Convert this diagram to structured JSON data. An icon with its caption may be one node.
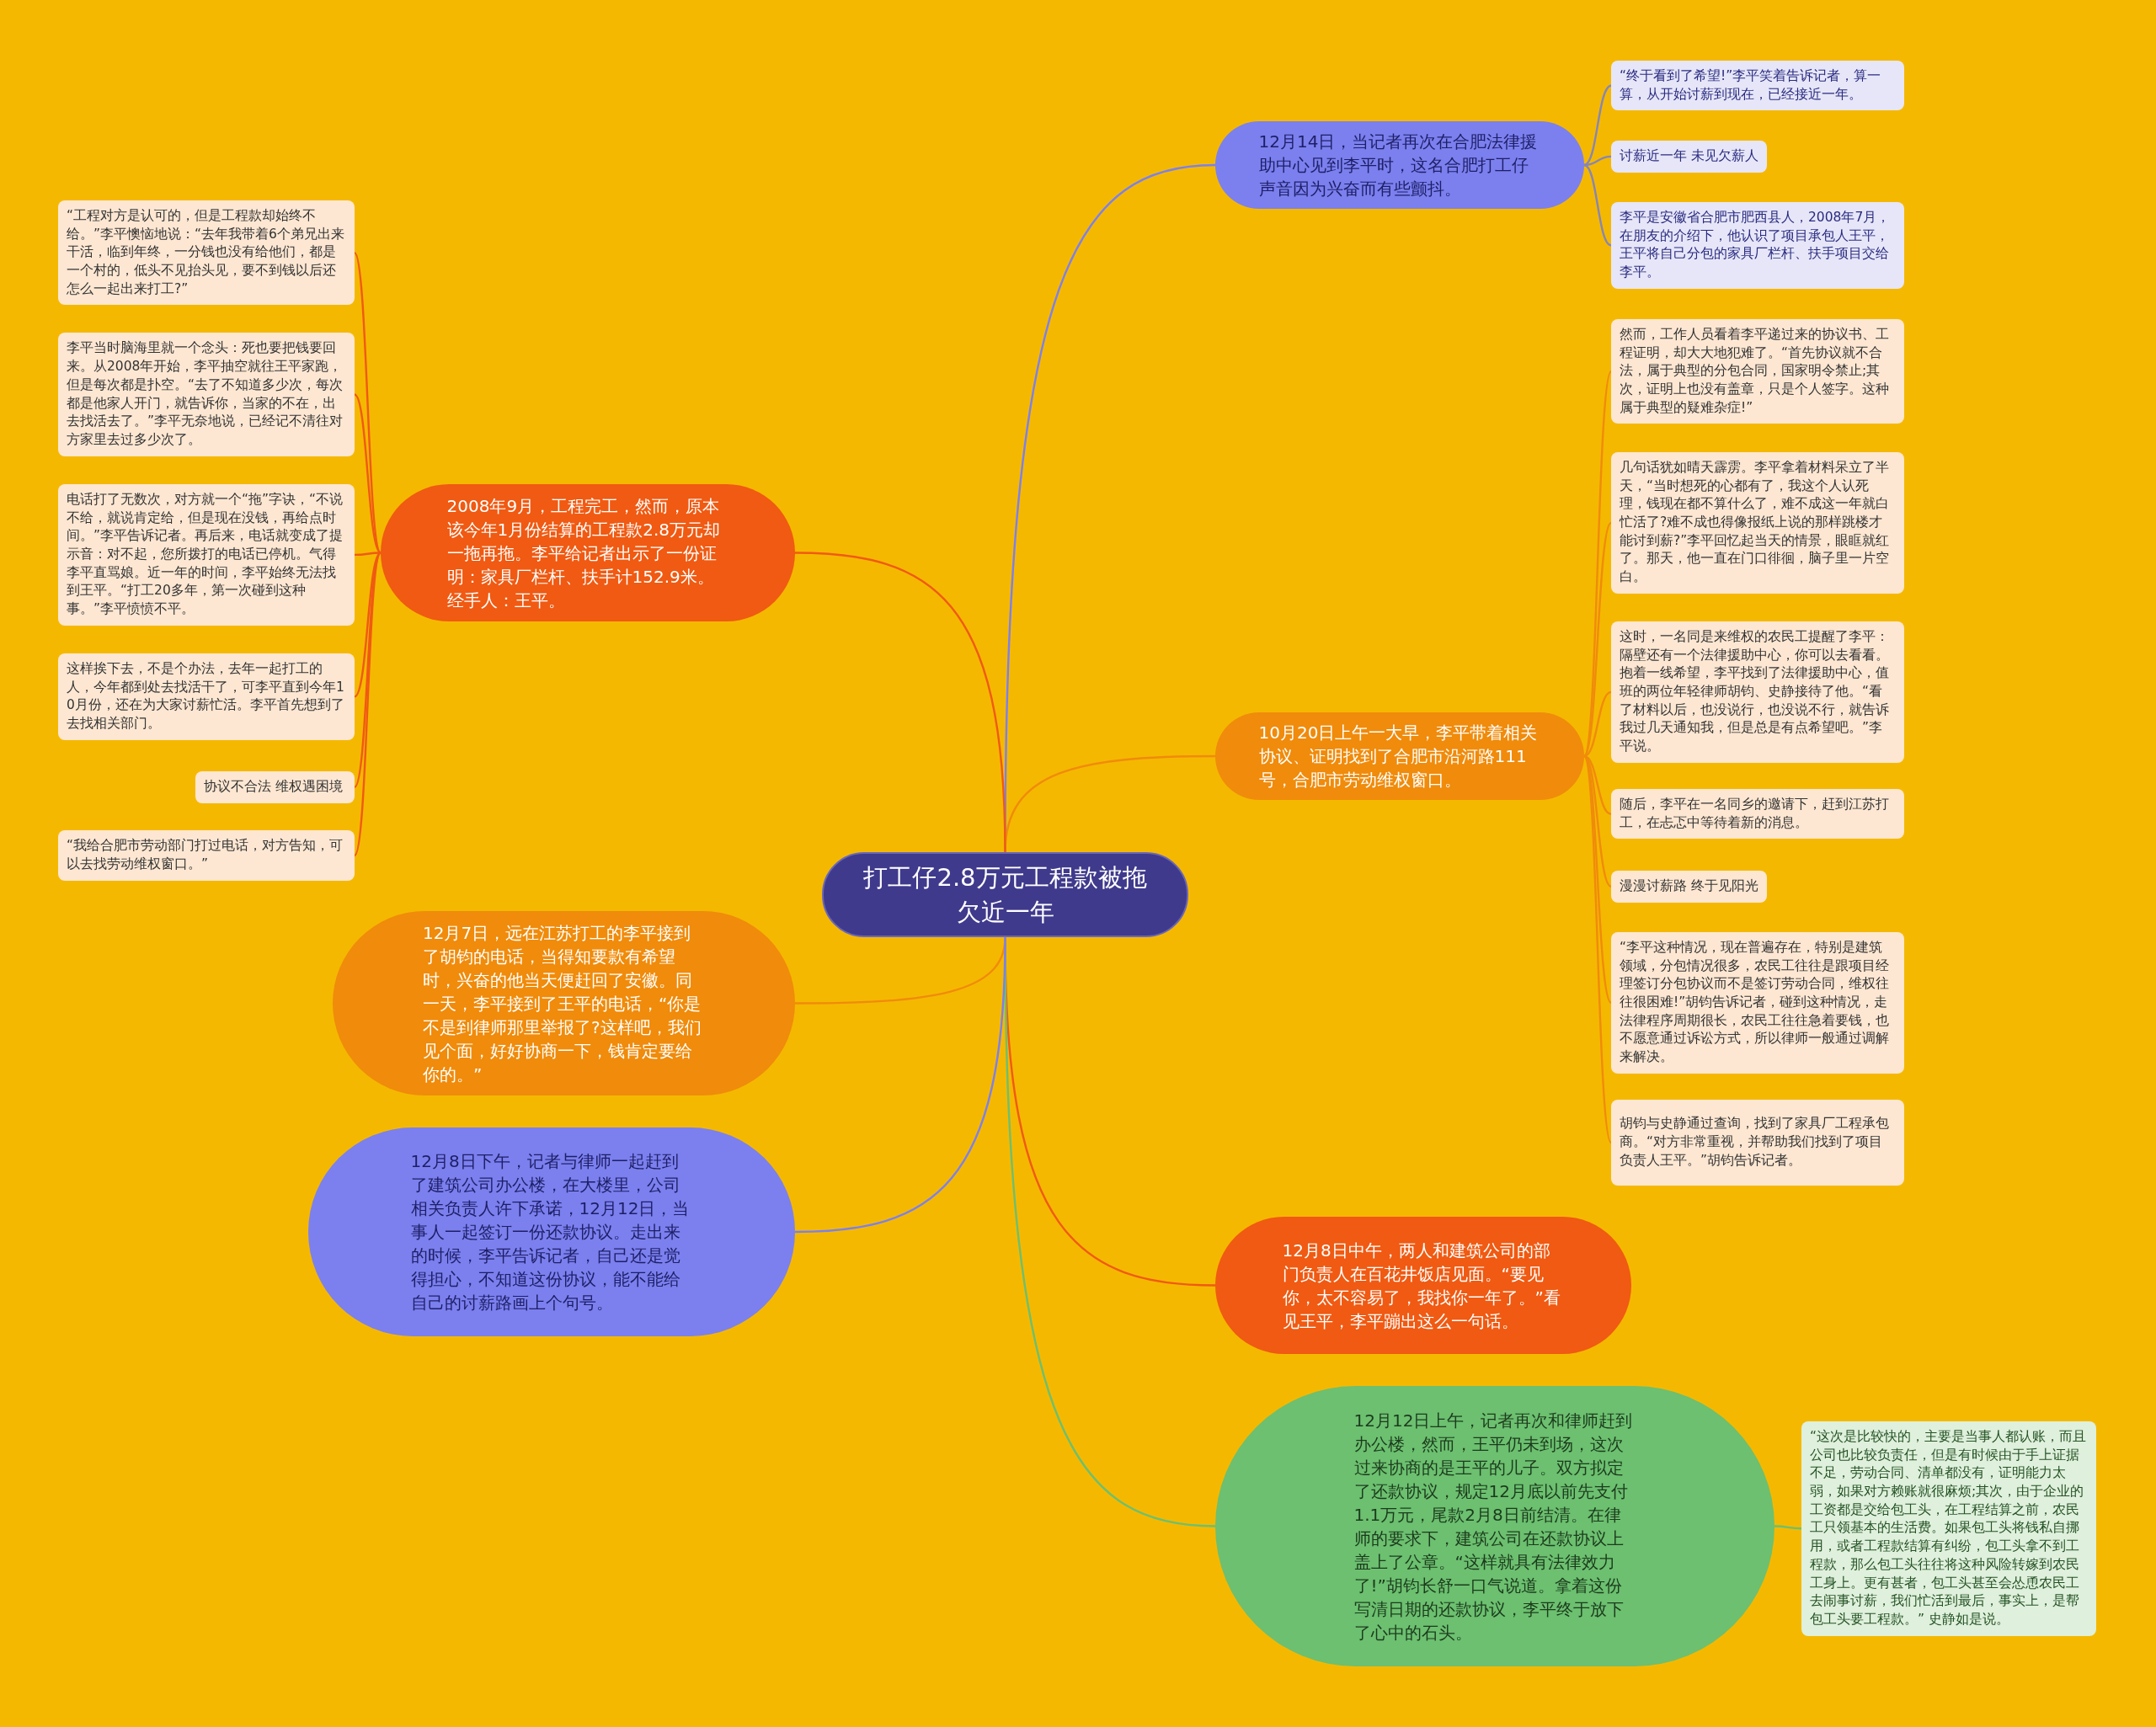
{
  "diagram": {
    "nodes": [
      {
        "text": [
          "打工仔2.8万元工程款被拖欠近一年"
        ]
      },
      {
        "text": [
          "12月14日，当记者再次在合肥法律援助中心见到李平时，这名合肥打工仔声音因为兴奋而有些颤抖。"
        ]
      },
      {
        "text": [
          "“终于看到了希望!”李平笑着告诉记者，算一算，从开始讨薪到现在，已经接近一年。"
        ]
      },
      {
        "text": [
          "讨薪近一年 未见欠薪人"
        ]
      },
      {
        "text": [
          "李平是安徽省合肥市肥西县人，2008年7月，在朋友的介绍下，他认识了项目承包人王平，王平将自己分包的家具厂栏杆、扶手项目交给李平。"
        ]
      },
      {
        "text": [
          "10月20日上午一大早，李平带着相关协议、证明找到了合肥市沿河路111号，合肥市劳动维权窗口。"
        ]
      },
      {
        "text": [
          "然而，工作人员看着李平递过来的协议书、工程证明，却大大地犯难了。“首先协议就不合法，属于典型的分包合同，国家明令禁止;其次，证明上也没有盖章，只是个人签字。这种属于典型的疑难杂症!”"
        ]
      },
      {
        "text": [
          "几句话犹如晴天霹雳。李平拿着材料呆立了半天，“当时想死的心都有了，我这个人认死理，钱现在都不算什么了，难不成这一年就白忙活了?难不成也得像报纸上说的那样跳楼才能讨到薪?”李平回忆起当天的情景，眼眶就红了。那天，他一直在门口徘徊，脑子里一片空白。"
        ]
      },
      {
        "text": [
          "这时，一名同是来维权的农民工提醒了李平：隔壁还有一个法律援助中心，你可以去看看。抱着一线希望，李平找到了法律援助中心，值班的两位年轻律师胡钧、史静接待了他。“看了材料以后，也没说行，也没说不行，就告诉我过几天通知我，但是总是有点希望吧。”李平说。"
        ]
      },
      {
        "text": [
          "随后，李平在一名同乡的邀请下，赶到江苏打工，在忐忑中等待着新的消息。"
        ]
      },
      {
        "text": [
          "漫漫讨薪路 终于见阳光"
        ]
      },
      {
        "text": [
          "“李平这种情况，现在普遍存在，特别是建筑领域，分包情况很多，农民工往往是跟项目经理签订分包协议而不是签订劳动合同，维权往往很困难!”胡钧告诉记者，碰到这种情况，走法律程序周期很长，农民工往往急着要钱，也不愿意通过诉讼方式，所以律师一般通过调解来解决。"
        ]
      },
      {
        "text": [
          "胡钧与史静通过查询，找到了家具厂工程承包商。“对方非常重视，并帮助我们找到了项目负责人王平。”胡钧告诉记者。"
        ]
      },
      {
        "text": [
          "12月8日中午，两人和建筑公司的部门负责人在百花井饭店见面。“要见你，太不容易了，我找你一年了。”看见王平，李平蹦出这么一句话。"
        ]
      },
      {
        "text": [
          "12月12日上午，记者再次和律师赶到办公楼，然而，王平仍未到场，这次过来协商的是王平的儿子。双方拟定了还款协议，规定12月底以前先支付1.1万元，尾款2月8日前结清。在律师的要求下，建筑公司在还款协议上盖上了公章。“这样就具有法律效力了!”胡钧长舒一口气说道。拿着这份写清日期的还款协议，李平终于放下了心中的石头。"
        ]
      },
      {
        "text": [
          "“这次是比较快的，主要是当事人都认账，而且公司也比较负责任，但是有时候由于手上证据不足，劳动合同、清单都没有，证明能力太弱，如果对方赖账就很麻烦;其次，由于企业的工资都是交给包工头，在工程结算之前，农民工只领基本的生活费。如果包工头将钱私自挪用，或者工程款结算有纠纷，包工头拿不到工程款，那么包工头往往将这种风险转嫁到农民工身上。更有甚者，包工头甚至会怂恿农民工去闹事讨薪，我们忙活到最后，事实上，是帮包工头要工程款。” 史静如是说。"
        ]
      },
      {
        "text": [
          "2008年9月，工程完工，然而，原本该今年1月份结算的工程款2.8万元却一拖再拖。李平给记者出示了一份证明：家具厂栏杆、扶手计152.9米。经手人：王平。"
        ]
      },
      {
        "text": [
          "“工程对方是认可的，但是工程款却始终不给。”李平懊恼地说：“去年我带着6个弟兄出来干活，临到年终，一分钱也没有给他们，都是一个村的，低头不见抬头见，要不到钱以后还怎么一起出来打工?”"
        ]
      },
      {
        "text": [
          "李平当时脑海里就一个念头：死也要把钱要回来。从2008年开始，李平抽空就往王平家跑，但是每次都是扑空。“去了不知道多少次，每次都是他家人开门，就告诉你，当家的不在，出去找活去了。”李平无奈地说，已经记不清往对方家里去过多少次了。"
        ]
      },
      {
        "text": [
          "电话打了无数次，对方就一个“拖”字诀，“不说不给，就说肯定给，但是现在没钱，再给点时间。”李平告诉记者。再后来，电话就变成了提示音：对不起，您所拨打的电话已停机。气得李平直骂娘。近一年的时间，李平始终无法找到王平。“打工20多年，第一次碰到这种事。”李平愤愤不平。"
        ]
      },
      {
        "text": [
          "这样挨下去，不是个办法，去年一起打工的人，今年都到处去找活干了，可李平直到今年10月份，还在为大家讨薪忙活。李平首先想到了去找相关部门。"
        ]
      },
      {
        "text": [
          "协议不合法 维权遇困境"
        ]
      },
      {
        "text": [
          "“我给合肥市劳动部门打过电话，对方告知，可以去找劳动维权窗口。”"
        ]
      },
      {
        "text": [
          "12月7日，远在江苏打工的李平接到了胡钧的电话，当得知要款有希望时，兴奋的他当天便赶回了安徽。同一天，李平接到了王平的电话，“你是不是到律师那里举报了?这样吧，我们见个面，好好协商一下，钱肯定要给你的。”"
        ]
      },
      {
        "text": [
          "12月8日下午，记者与律师一起赶到了建筑公司办公楼，在大楼里，公司相关负责人许下承诺，12月12日，当事人一起签订一份还款协议。走出来的时候，李平告诉记者，自己还是觉得担心，不知道这份协议，能不能给自己的讨薪路画上个句号。"
        ]
      }
    ],
    "edges": [
      {
        "from": 0,
        "to": 1,
        "arrow": "none",
        "color": "#7b80ee"
      },
      {
        "from": 1,
        "to": 2,
        "arrow": "none",
        "color": "#8686b4"
      },
      {
        "from": 1,
        "to": 3,
        "arrow": "none",
        "color": "#8686b4"
      },
      {
        "from": 1,
        "to": 4,
        "arrow": "none",
        "color": "#8686b4"
      },
      {
        "from": 0,
        "to": 5,
        "arrow": "none",
        "color": "#f08b0b"
      },
      {
        "from": 5,
        "to": 6,
        "arrow": "none",
        "color": "#f08b0b"
      },
      {
        "from": 5,
        "to": 7,
        "arrow": "none",
        "color": "#f08b0b"
      },
      {
        "from": 5,
        "to": 8,
        "arrow": "none",
        "color": "#f08b0b"
      },
      {
        "from": 5,
        "to": 9,
        "arrow": "none",
        "color": "#f08b0b"
      },
      {
        "from": 5,
        "to": 10,
        "arrow": "none",
        "color": "#f08b0b"
      },
      {
        "from": 5,
        "to": 11,
        "arrow": "none",
        "color": "#f08b0b"
      },
      {
        "from": 5,
        "to": 12,
        "arrow": "none",
        "color": "#f08b0b"
      },
      {
        "from": 0,
        "to": 13,
        "arrow": "none",
        "color": "#f05a12"
      },
      {
        "from": 0,
        "to": 14,
        "arrow": "none",
        "color": "#6cc070"
      },
      {
        "from": 14,
        "to": 15,
        "arrow": "none",
        "color": "#6cc070"
      },
      {
        "from": 0,
        "to": 16,
        "arrow": "none",
        "color": "#f05a12"
      },
      {
        "from": 16,
        "to": 17,
        "arrow": "none",
        "color": "#f05a12"
      },
      {
        "from": 16,
        "to": 18,
        "arrow": "none",
        "color": "#f05a12"
      },
      {
        "from": 16,
        "to": 19,
        "arrow": "none",
        "color": "#f05a12"
      },
      {
        "from": 16,
        "to": 20,
        "arrow": "none",
        "color": "#f05a12"
      },
      {
        "from": 16,
        "to": 21,
        "arrow": "none",
        "color": "#f05a12"
      },
      {
        "from": 16,
        "to": 22,
        "arrow": "none",
        "color": "#f05a12"
      },
      {
        "from": 0,
        "to": 23,
        "arrow": "none",
        "color": "#f08b0b"
      },
      {
        "from": 0,
        "to": 24,
        "arrow": "none",
        "color": "#7b80ee"
      }
    ]
  }
}
